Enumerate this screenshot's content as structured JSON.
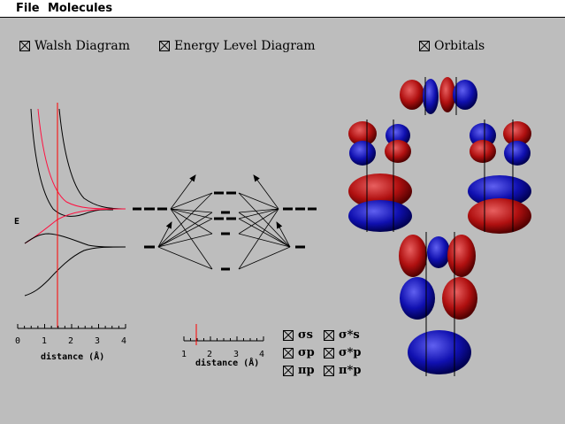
{
  "menu": {
    "file": "File",
    "molecules": "Molecules"
  },
  "toggles": {
    "walsh": "Walsh Diagram",
    "energy": "Energy Level Diagram",
    "orbitals": "Orbitals"
  },
  "walsh": {
    "energy_label": "E",
    "ticks": [
      "0",
      "1",
      "2",
      "3",
      "4"
    ],
    "xlabel": "distance (Å)",
    "current_distance": 1.5
  },
  "slider": {
    "ticks": [
      "1",
      "2",
      "3",
      "4"
    ],
    "xlabel": "distance (Å)",
    "value": 1.5
  },
  "legend": [
    "σs",
    "σ*s",
    "σp",
    "σ*p",
    "πp",
    "π*p"
  ],
  "colors": {
    "red": "#c81414",
    "blue": "#1414b4",
    "highlight": "#ff0000"
  }
}
